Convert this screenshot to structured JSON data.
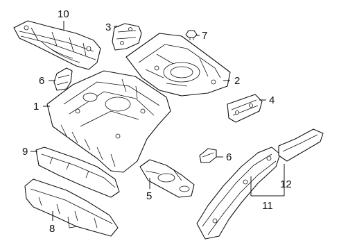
{
  "diagram": {
    "callouts": [
      {
        "id": "c1",
        "label": "1"
      },
      {
        "id": "c2",
        "label": "2"
      },
      {
        "id": "c3",
        "label": "3"
      },
      {
        "id": "c4",
        "label": "4"
      },
      {
        "id": "c5",
        "label": "5"
      },
      {
        "id": "c6a",
        "label": "6"
      },
      {
        "id": "c6b",
        "label": "6"
      },
      {
        "id": "c7",
        "label": "7"
      },
      {
        "id": "c8",
        "label": "8"
      },
      {
        "id": "c9",
        "label": "9"
      },
      {
        "id": "c10",
        "label": "10"
      },
      {
        "id": "c11",
        "label": "11"
      },
      {
        "id": "c12",
        "label": "12"
      }
    ]
  }
}
